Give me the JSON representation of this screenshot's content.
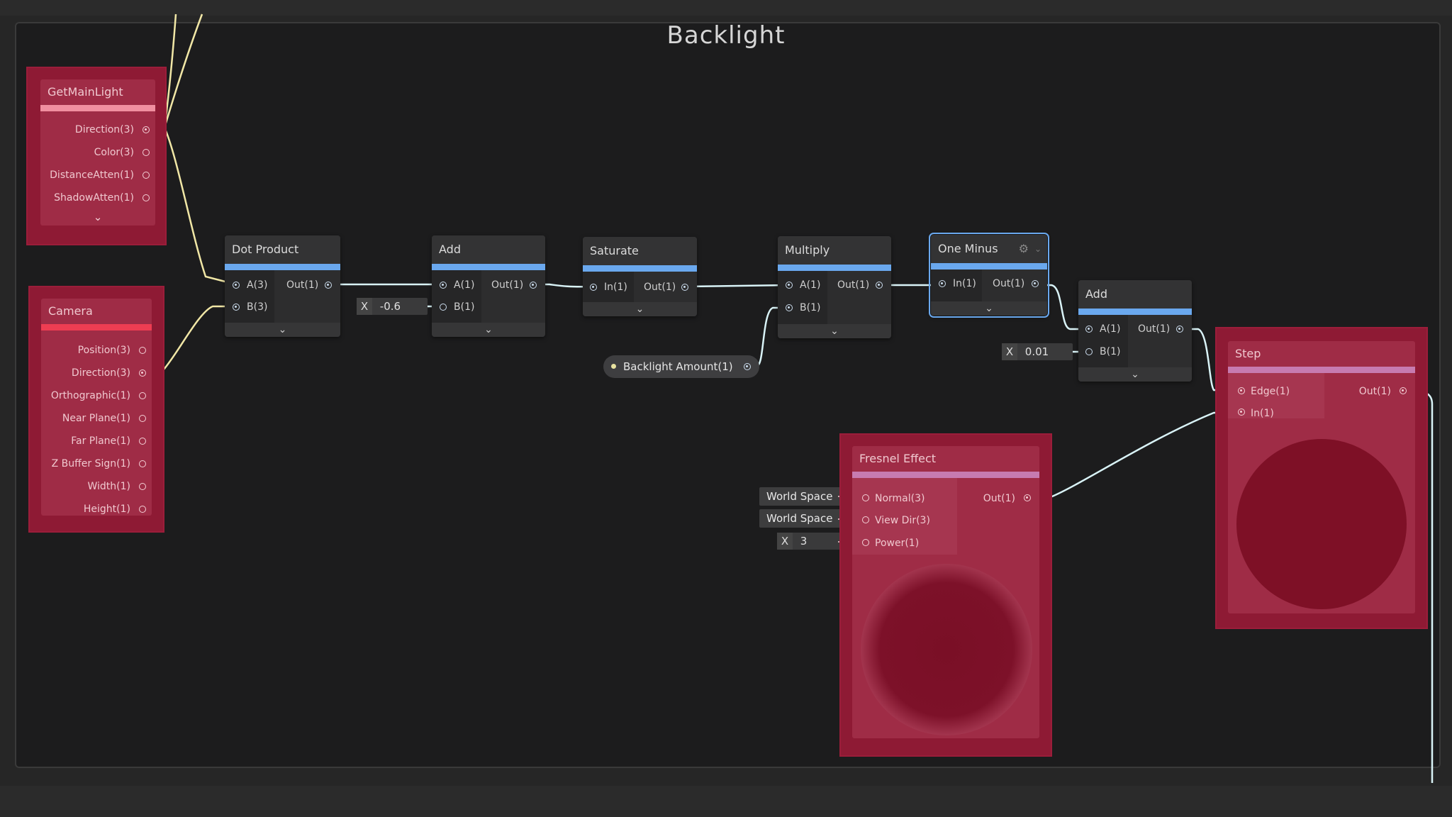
{
  "graph_title": "Backlight",
  "colors": {
    "wire_light": "#d9f3f7",
    "wire_direction": "#f1e7a6",
    "accent_blue": "#6aa8ee",
    "subgraph": "#8e1a34"
  },
  "nodes": {
    "get_main_light": {
      "title": "GetMainLight",
      "outputs": [
        "Direction(3)",
        "Color(3)",
        "DistanceAtten(1)",
        "ShadowAtten(1)"
      ]
    },
    "camera": {
      "title": "Camera",
      "outputs": [
        "Position(3)",
        "Direction(3)",
        "Orthographic(1)",
        "Near Plane(1)",
        "Far Plane(1)",
        "Z Buffer Sign(1)",
        "Width(1)",
        "Height(1)"
      ]
    },
    "dot_product": {
      "title": "Dot Product",
      "inputs": [
        "A(3)",
        "B(3)"
      ],
      "output": "Out(1)"
    },
    "add1": {
      "title": "Add",
      "inputs": [
        "A(1)",
        "B(1)"
      ],
      "output": "Out(1)",
      "b_value": "-0.6"
    },
    "saturate": {
      "title": "Saturate",
      "inputs": [
        "In(1)"
      ],
      "output": "Out(1)"
    },
    "multiply": {
      "title": "Multiply",
      "inputs": [
        "A(1)",
        "B(1)"
      ],
      "output": "Out(1)"
    },
    "one_minus": {
      "title": "One Minus",
      "inputs": [
        "In(1)"
      ],
      "output": "Out(1)"
    },
    "add2": {
      "title": "Add",
      "inputs": [
        "A(1)",
        "B(1)"
      ],
      "output": "Out(1)",
      "b_value": "0.01"
    },
    "step": {
      "title": "Step",
      "inputs": [
        "Edge(1)",
        "In(1)"
      ],
      "output": "Out(1)"
    },
    "fresnel": {
      "title": "Fresnel Effect",
      "inputs": [
        "Normal(3)",
        "View Dir(3)",
        "Power(1)"
      ],
      "output": "Out(1)",
      "normal_space": "World Space",
      "viewdir_space": "World Space",
      "power_value": "3"
    }
  },
  "property": {
    "label": "Backlight Amount(1)"
  },
  "field_axis_label": "X",
  "icons": {
    "collapse": "chevron-down-icon",
    "settings": "gear-icon"
  }
}
